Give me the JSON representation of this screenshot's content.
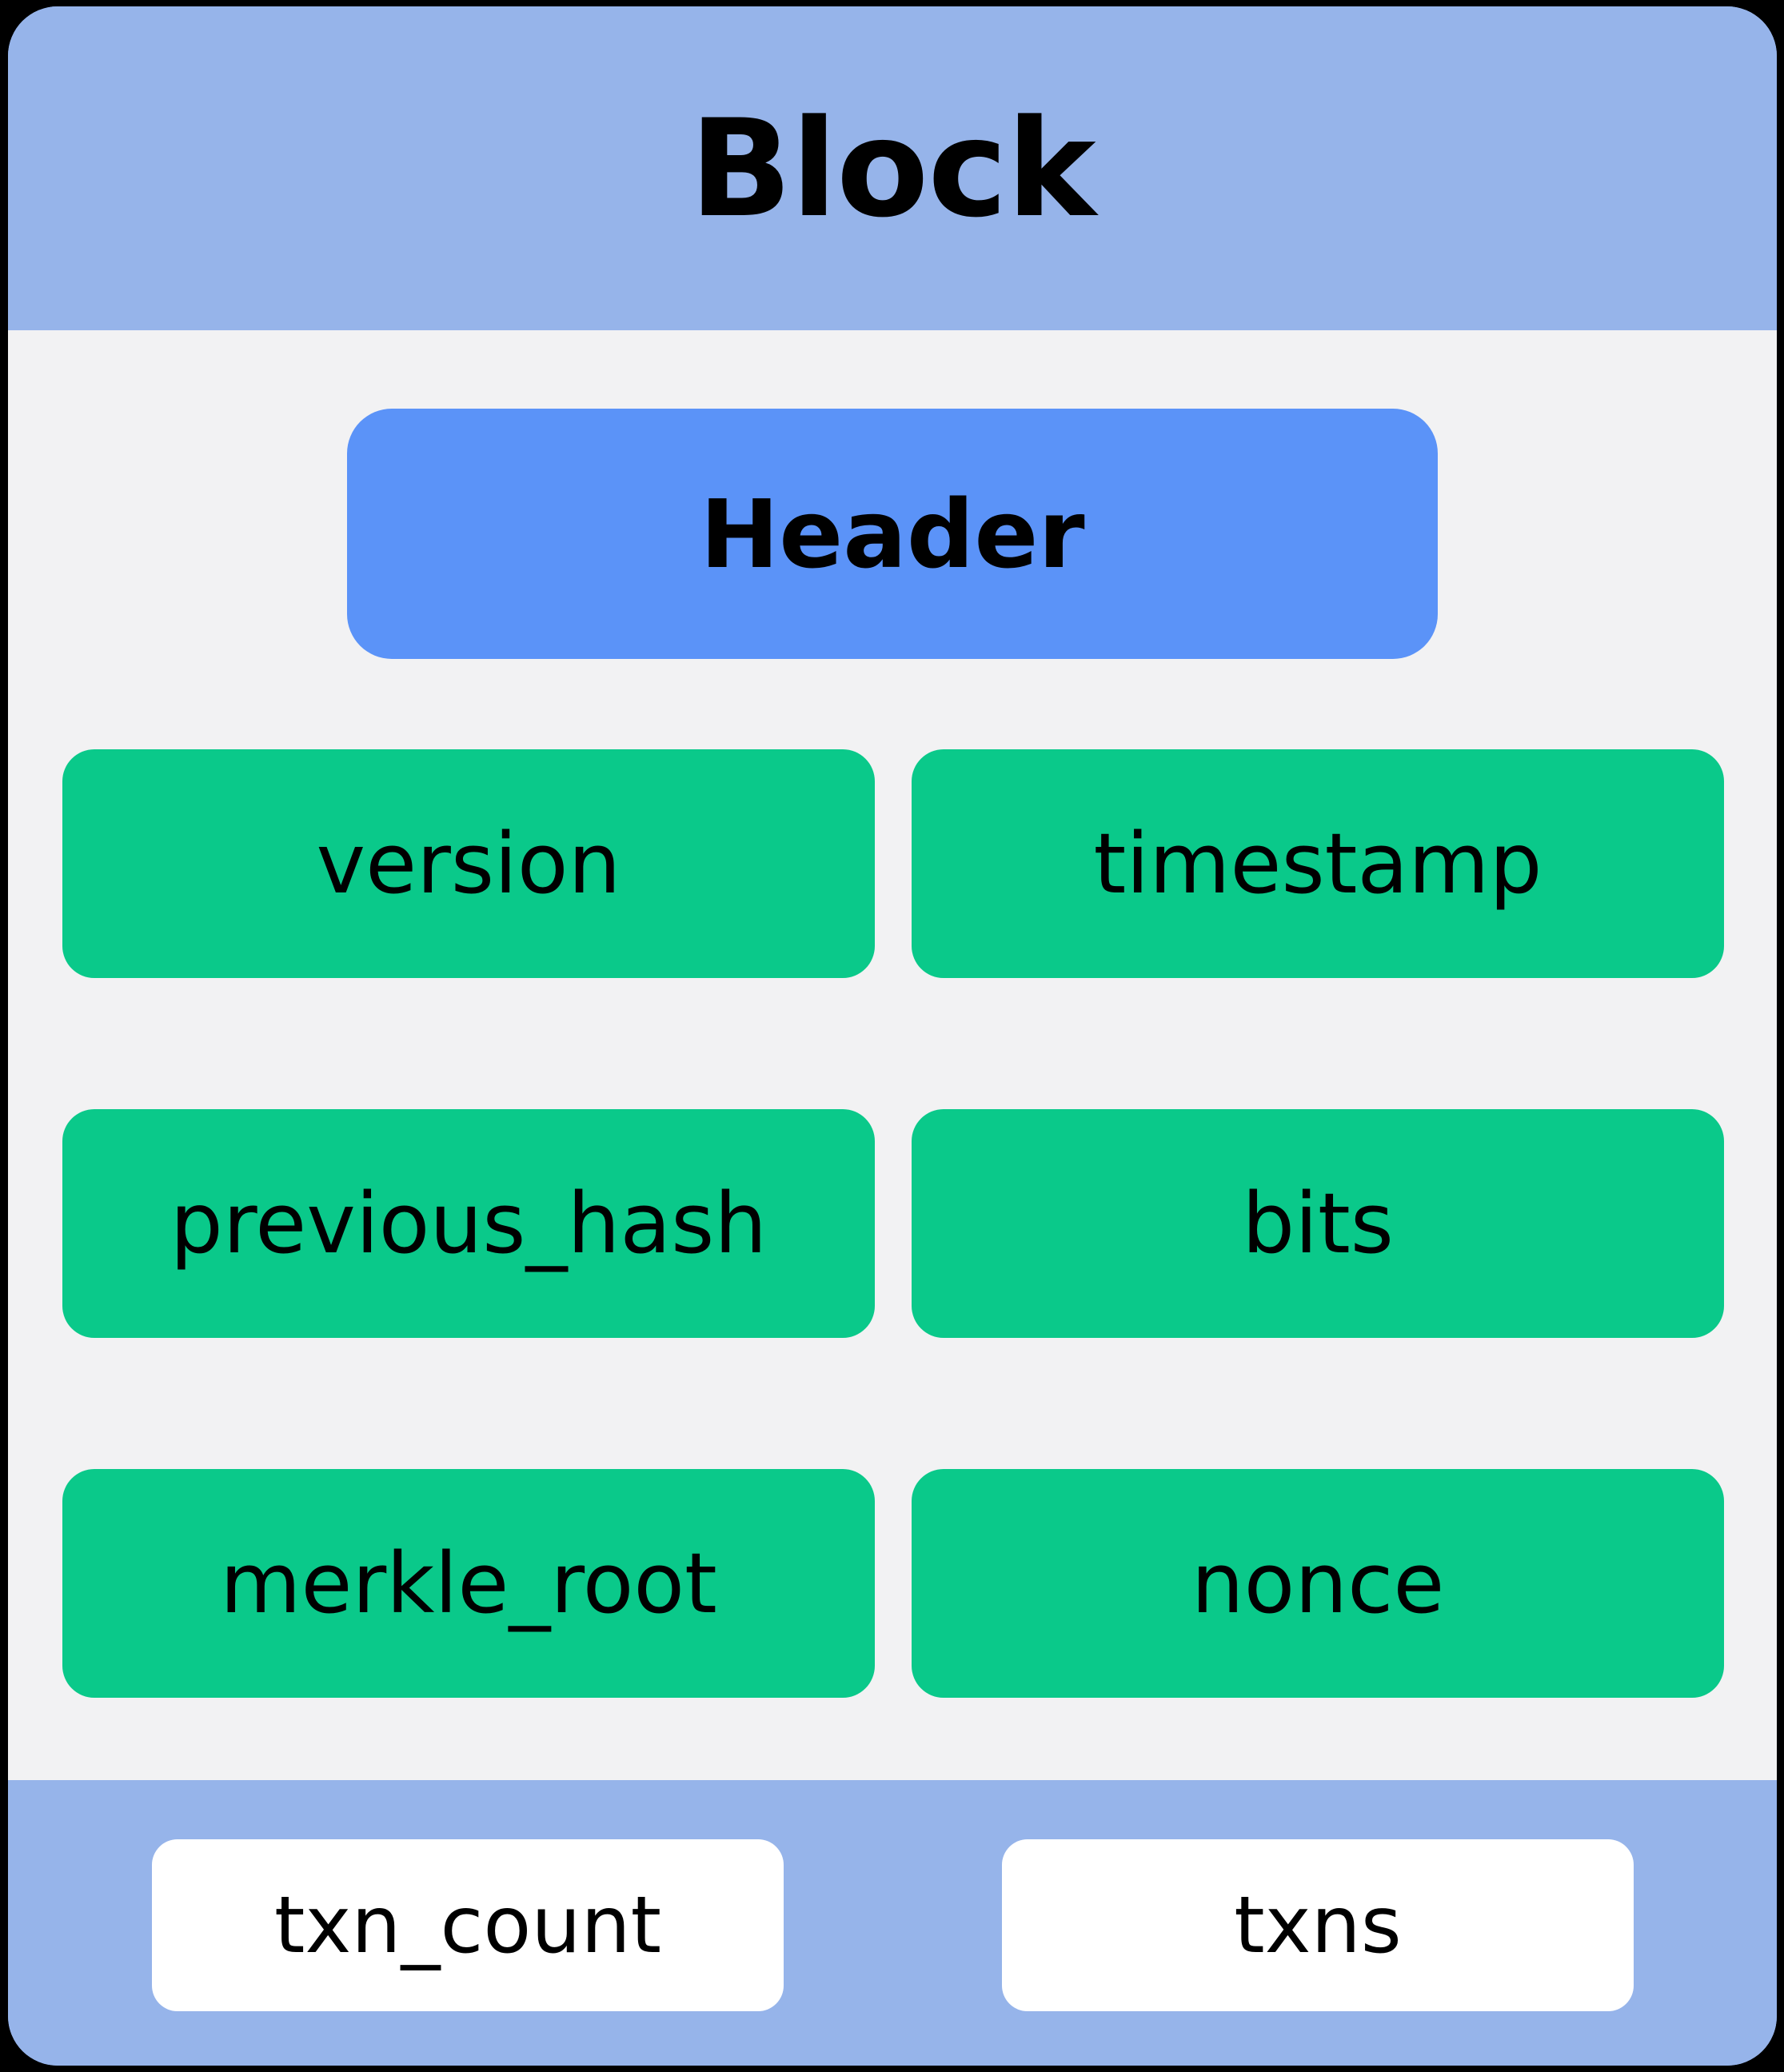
{
  "diagram": {
    "type": "block-structure",
    "title": "Block",
    "colors": {
      "page_background": "#000000",
      "block_band": "#96b4ea",
      "block_body": "#f2f2f3",
      "header_pill": "#5b93f8",
      "field_pill": "#0ac98a",
      "footer_pill": "#ffffff",
      "text": "#000000"
    },
    "header": {
      "label": "Header",
      "fields": [
        {
          "name": "version"
        },
        {
          "name": "timestamp"
        },
        {
          "name": "previous_hash"
        },
        {
          "name": "bits"
        },
        {
          "name": "merkle_root"
        },
        {
          "name": "nonce"
        }
      ]
    },
    "body": {
      "fields": [
        {
          "name": "txn_count"
        },
        {
          "name": "txns"
        }
      ]
    }
  }
}
